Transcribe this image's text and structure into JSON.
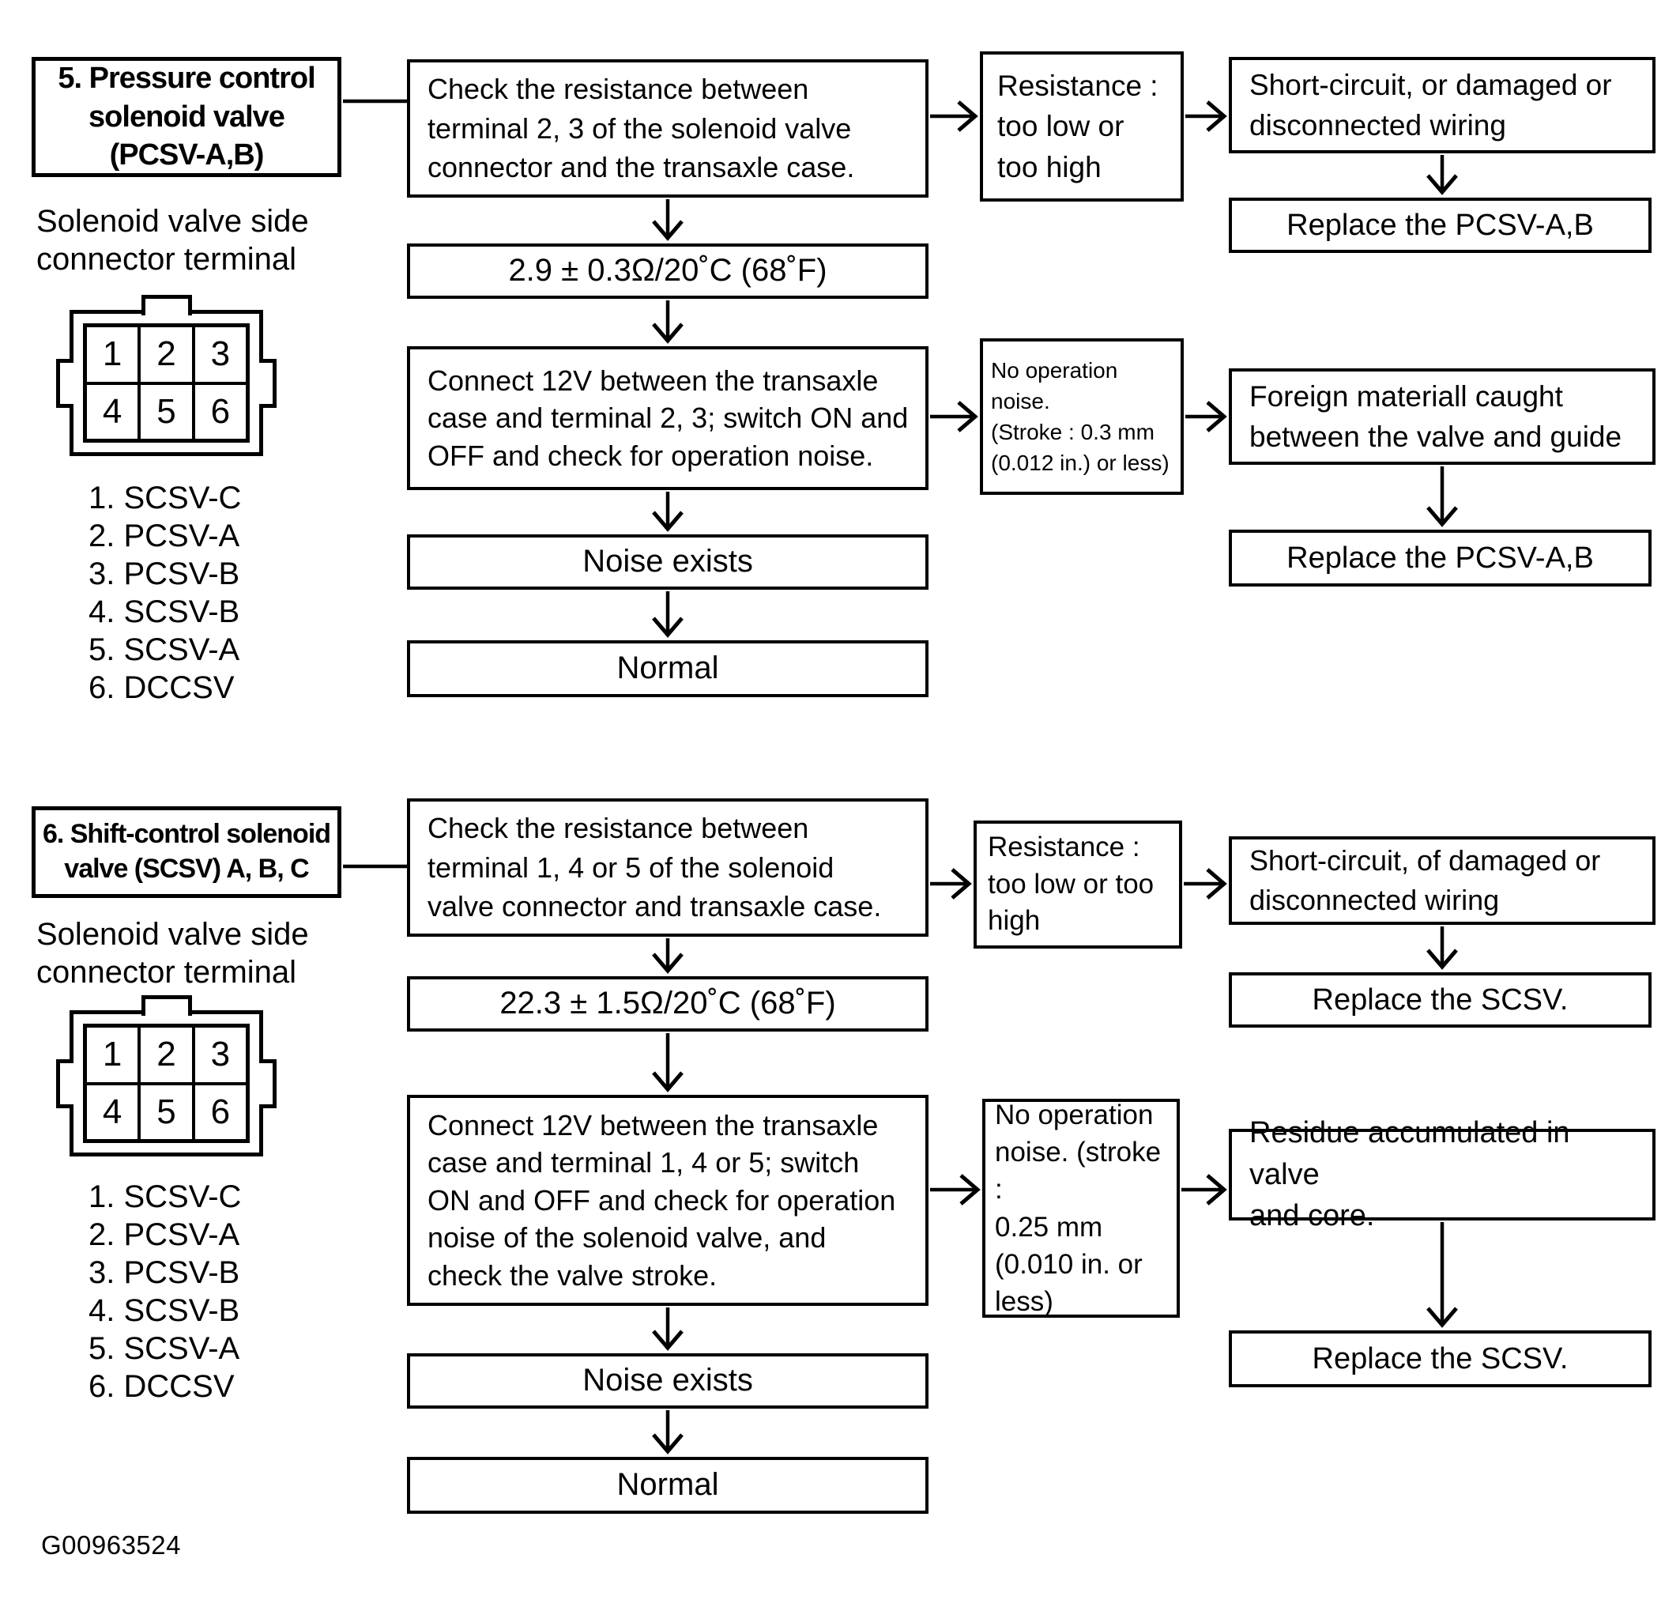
{
  "figure_code": "G00963524",
  "colors": {
    "ink": "#000000",
    "paper": "#ffffff"
  },
  "connector": {
    "pins": [
      "1",
      "2",
      "3",
      "4",
      "5",
      "6"
    ]
  },
  "sections": [
    {
      "title": "5. Pressure control\nsolenoid valve\n(PCSV-A,B)",
      "connector_caption": "Solenoid valve side\nconnector terminal",
      "pins": [
        "1. SCSV-C",
        "2. PCSV-A",
        "3. PCSV-B",
        "4. SCSV-B",
        "5. SCSV-A",
        "6. DCCSV"
      ],
      "check": "Check the resistance between\nterminal 2, 3 of the solenoid valve\nconnector and the transaxle case.",
      "spec": "2.9 ± 0.3Ω/20˚C (68˚F)",
      "connect": "Connect 12V between the transaxle\ncase and terminal 2, 3; switch ON and\nOFF and check for operation noise.",
      "noise_exists": "Noise exists",
      "normal": "Normal",
      "resistance_abnormal": "Resistance :\ntoo low or\ntoo high",
      "wiring_fault": "Short-circuit, or damaged or\ndisconnected wiring",
      "replace_after_wiring": "Replace the PCSV-A,B",
      "no_operation_noise": "No operation\nnoise.\n(Stroke : 0.3 mm\n(0.012 in.) or less)",
      "mechanical_fault": "Foreign materiall caught\nbetween the valve and guide",
      "replace_after_mechanical": "Replace the PCSV-A,B"
    },
    {
      "title": "6. Shift-control solenoid\nvalve (SCSV) A, B, C",
      "connector_caption": "Solenoid valve side\nconnector terminal",
      "pins": [
        "1. SCSV-C",
        "2. PCSV-A",
        "3. PCSV-B",
        "4. SCSV-B",
        "5. SCSV-A",
        "6. DCCSV"
      ],
      "check": "Check the resistance between\nterminal 1, 4 or 5 of the solenoid\nvalve connector and transaxle case.",
      "spec": "22.3 ± 1.5Ω/20˚C (68˚F)",
      "connect": "Connect 12V between the transaxle\ncase and terminal 1, 4 or 5; switch\nON and OFF and check for operation\nnoise of the solenoid valve, and\ncheck the valve stroke.",
      "noise_exists": "Noise exists",
      "normal": "Normal",
      "resistance_abnormal": "Resistance :\ntoo low or too\nhigh",
      "wiring_fault": "Short-circuit, of damaged or\ndisconnected wiring",
      "replace_after_wiring": "Replace the SCSV.",
      "no_operation_noise": "No operation\nnoise. (stroke :\n0.25 mm\n(0.010 in. or\nless)",
      "mechanical_fault": "Residue accumulated in valve\nand core.",
      "replace_after_mechanical": "Replace the SCSV."
    }
  ]
}
